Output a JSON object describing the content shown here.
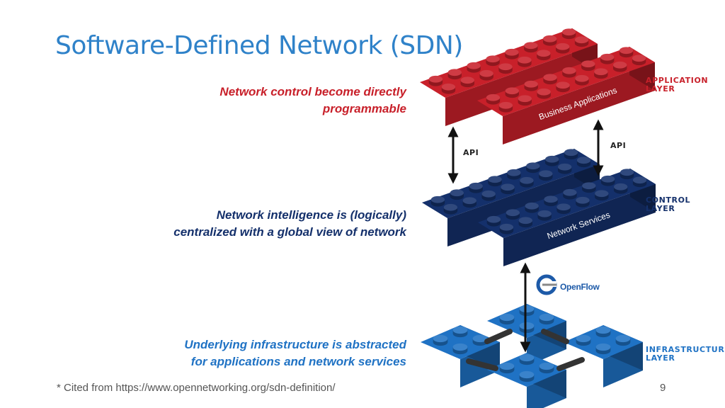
{
  "title": "Software-Defined Network (SDN)",
  "layers": [
    {
      "id": "app",
      "label_line1": "APPLICATION",
      "label_line2": "LAYER",
      "description_line1": "Network control become directly",
      "description_line2": "programmable",
      "brick_text": "Business Applications",
      "color": "#c8202a"
    },
    {
      "id": "ctrl",
      "label_line1": "CONTROL",
      "label_line2": "LAYER",
      "description_line1": "Network intelligence is (logically)",
      "description_line2": "centralized with a global view of network",
      "brick_text": "Network Services",
      "color": "#14306b"
    },
    {
      "id": "infra",
      "label_line1": "INFRASTRUCTURE",
      "label_line2": "LAYER",
      "description_line1": "Underlying infrastructure is abstracted",
      "description_line2": "for applications and network services",
      "color": "#1f72c4"
    }
  ],
  "api_label": "API",
  "openflow_label": "OpenFlow",
  "citation": "* Cited from https://www.opennetworking.org/sdn-definition/",
  "page_number": "9"
}
